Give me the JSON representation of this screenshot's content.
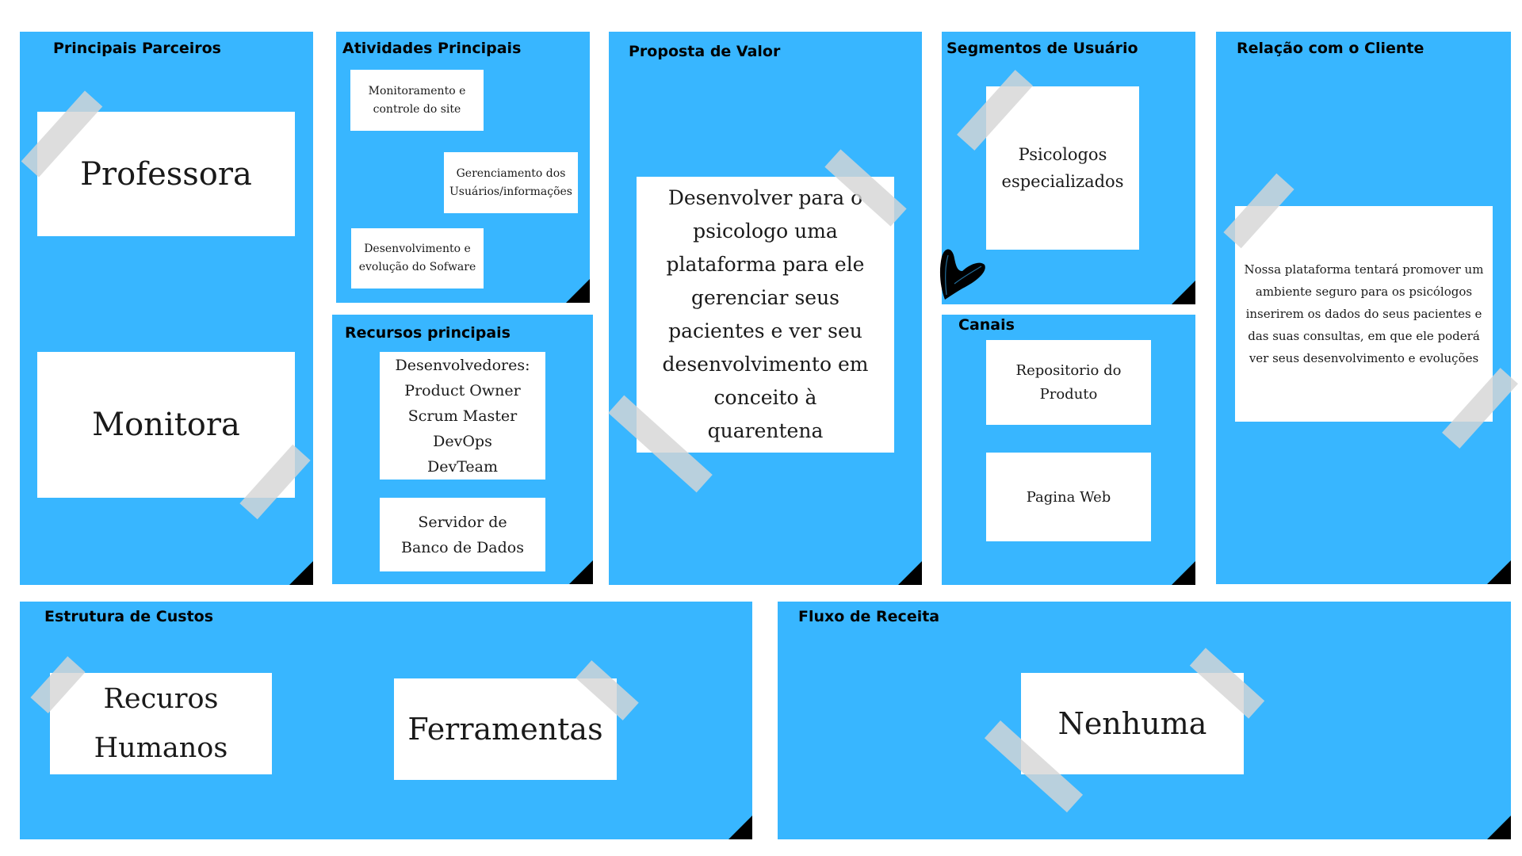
{
  "panels": {
    "parceiros": {
      "title": "Principais Parceiros",
      "notes": [
        "Professora",
        "Monitora"
      ]
    },
    "atividades": {
      "title": "Atividades Principais",
      "notes": [
        "Monitoramento e controle do site",
        "Gerenciamento dos Usuários/informações",
        "Desenvolvimento e evolução do Sofware"
      ]
    },
    "recursos": {
      "title": "Recursos principais",
      "notes": [
        "Desenvolvedores:\nProduct Owner\nScrum Master\nDevOps\nDevTeam",
        "Servidor de\nBanco de Dados"
      ]
    },
    "proposta": {
      "title": "Proposta de Valor",
      "notes": [
        "Desenvolver para o psicologo uma plataforma para ele gerenciar seus pacientes e ver seu desenvolvimento em conceito à quarentena"
      ]
    },
    "segmentos": {
      "title": "Segmentos de Usuário",
      "notes": [
        "Psicologos especializados"
      ]
    },
    "canais": {
      "title": "Canais",
      "notes": [
        "Repositorio do Produto",
        "Pagina Web"
      ]
    },
    "relacao": {
      "title": "Relação com o Cliente",
      "notes": [
        "Nossa plataforma tentará promover um ambiente seguro para os psicólogos inserirem os dados do seus pacientes e das suas consultas, em que ele poderá ver seus desenvolvimento e evoluções"
      ]
    },
    "custos": {
      "title": "Estrutura de Custos",
      "notes": [
        "Recuros\nHumanos",
        "Ferramentas"
      ]
    },
    "receita": {
      "title": "Fluxo de Receita",
      "notes": [
        "Nenhuma"
      ]
    }
  },
  "colors": {
    "panel": "#38b6ff",
    "note": "#ffffff",
    "corner": "#000000",
    "tape": "#d6d6d6"
  },
  "icons": [
    "heart-icon",
    "tape-strip"
  ]
}
